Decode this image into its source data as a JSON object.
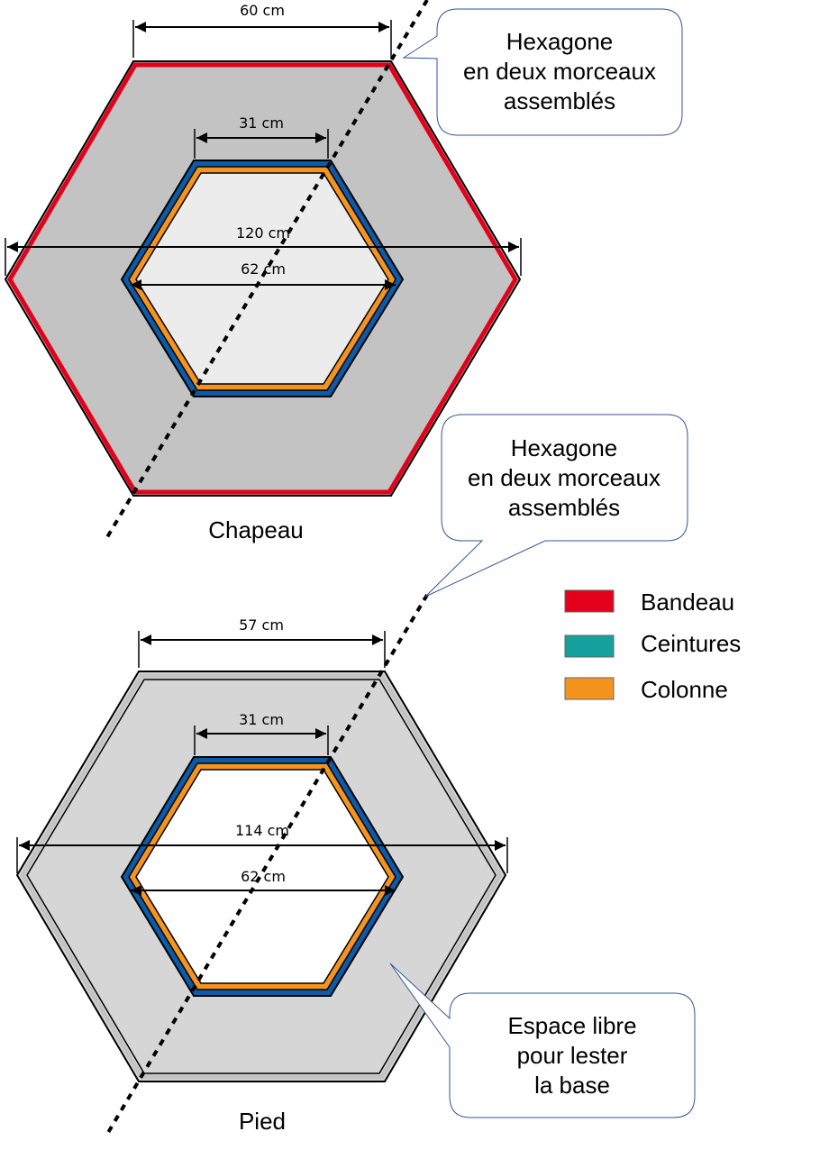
{
  "colors": {
    "bandeau": "#e3001b",
    "ceinture": "#0d5ba8",
    "ceinture_legend": "#14a09c",
    "colonne": "#f5931f",
    "chapeau_fill": "#c3c3c3",
    "chapeau_inner_fill": "#ececec",
    "pied_fill": "#d6d6d6",
    "pied_edge": "#c3c3c3"
  },
  "chapeau": {
    "title": "Chapeau",
    "dim_top_outer": "60 cm",
    "dim_top_inner": "31 cm",
    "dim_width_outer": "120 cm",
    "dim_width_inner": "62 cm"
  },
  "pied": {
    "title": "Pied",
    "dim_top_outer": "57 cm",
    "dim_top_inner": "31 cm",
    "dim_width_outer": "114 cm",
    "dim_width_inner": "62 cm"
  },
  "callouts": {
    "top": [
      "Hexagone",
      "en deux morceaux",
      "assemblés"
    ],
    "middle": [
      "Hexagone",
      "en deux morceaux",
      "assemblés"
    ],
    "bottom": [
      "Espace libre",
      "pour lester",
      "la base"
    ]
  },
  "legend": [
    {
      "label": "Bandeau",
      "color": "#e3001b"
    },
    {
      "label": "Ceintures",
      "color": "#14a09c"
    },
    {
      "label": "Colonne",
      "color": "#f5931f"
    }
  ]
}
